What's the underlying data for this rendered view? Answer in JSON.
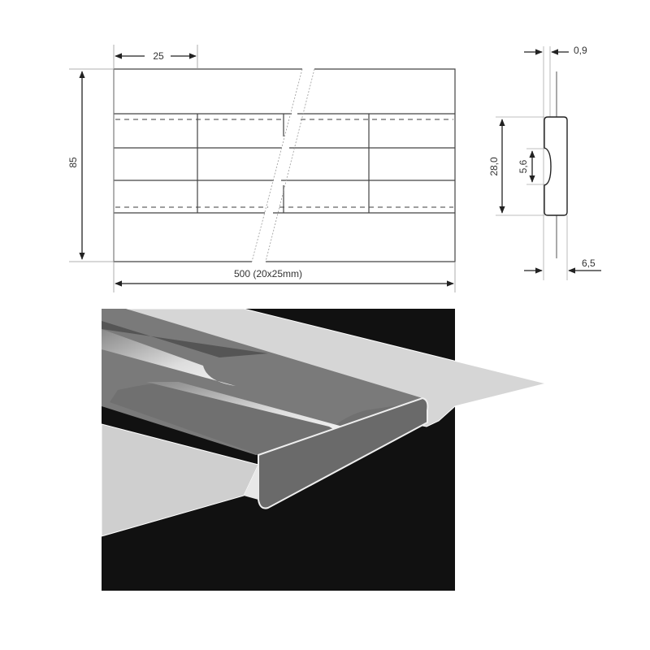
{
  "front_view": {
    "width_label": "25",
    "height_label": "85",
    "length_label": "500 (20x25mm)"
  },
  "side_view": {
    "thickness_label": "0,9",
    "profile_height_label": "28,0",
    "groove_label": "5,6",
    "depth_label": "6,5"
  },
  "colors": {
    "line": "#333333",
    "background_3d": "#111111",
    "profile_gray": "#6e6e6e",
    "sheet": "#d8d8d8"
  }
}
